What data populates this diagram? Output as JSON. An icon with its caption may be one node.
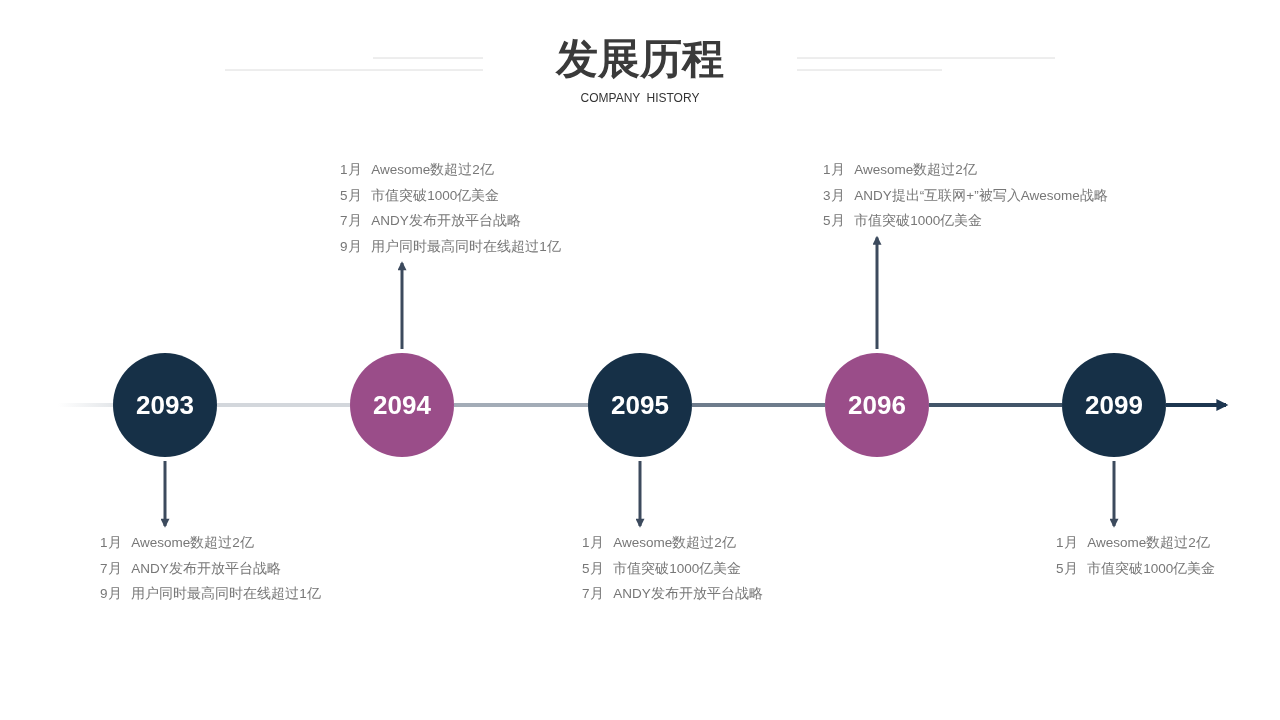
{
  "diagram": {
    "title": "发展历程",
    "nodes": [
      {
        "text": [
          "1月 Awesome数超过2亿",
          "5月 市值突破1000亿美金",
          "7月 ANDY发布开放平台战略",
          "9月 用户同时最高同时在线超过1亿"
        ]
      },
      {
        "text": [
          "1月 Awesome数超过2亿",
          "3月 ANDY提出“互联网+”被写入Awesome战略",
          "5月 市值突破1000亿美金"
        ]
      },
      {
        "text": [
          "2093"
        ]
      },
      {
        "text": [
          "2094"
        ]
      },
      {
        "text": [
          "2095"
        ]
      },
      {
        "text": [
          "2096"
        ]
      },
      {
        "text": [
          "2099"
        ]
      },
      {
        "text": [
          "1月 Awesome数超过2亿",
          "7月 ANDY发布开放平台战略",
          "9月 用户同时最高同时在线超过1亿"
        ]
      },
      {
        "text": [
          "1月 Awesome数超过2亿",
          "5月 市值突破1000亿美金",
          "7月 ANDY发布开放平台战略"
        ]
      },
      {
        "text": [
          "1月 Awesome数超过2亿",
          "5月 市值突破1000亿美金"
        ]
      }
    ],
    "edges": [
      {
        "from": null,
        "to": 2,
        "arrow": "none",
        "color": "#e4e7ea"
      },
      {
        "from": 2,
        "to": 3,
        "arrow": "none",
        "color": "#d3d7dc"
      },
      {
        "from": 3,
        "to": 4,
        "arrow": "none",
        "color": "#a3acb7"
      },
      {
        "from": 4,
        "to": 5,
        "arrow": "none",
        "color": "#6e7c8c"
      },
      {
        "from": 5,
        "to": 6,
        "arrow": "none",
        "color": "#425569"
      },
      {
        "from": 6,
        "to": null,
        "arrow": "to",
        "color": "#1d3650"
      },
      {
        "from": 3,
        "to": 0,
        "arrow": "to"
      },
      {
        "from": 5,
        "to": 1,
        "arrow": "to"
      },
      {
        "from": 2,
        "to": 7,
        "arrow": "to"
      },
      {
        "from": 4,
        "to": 8,
        "arrow": "to"
      },
      {
        "from": 6,
        "to": 9,
        "arrow": "to"
      }
    ],
    "labels": [
      "COMPANY HISTORY"
    ]
  }
}
